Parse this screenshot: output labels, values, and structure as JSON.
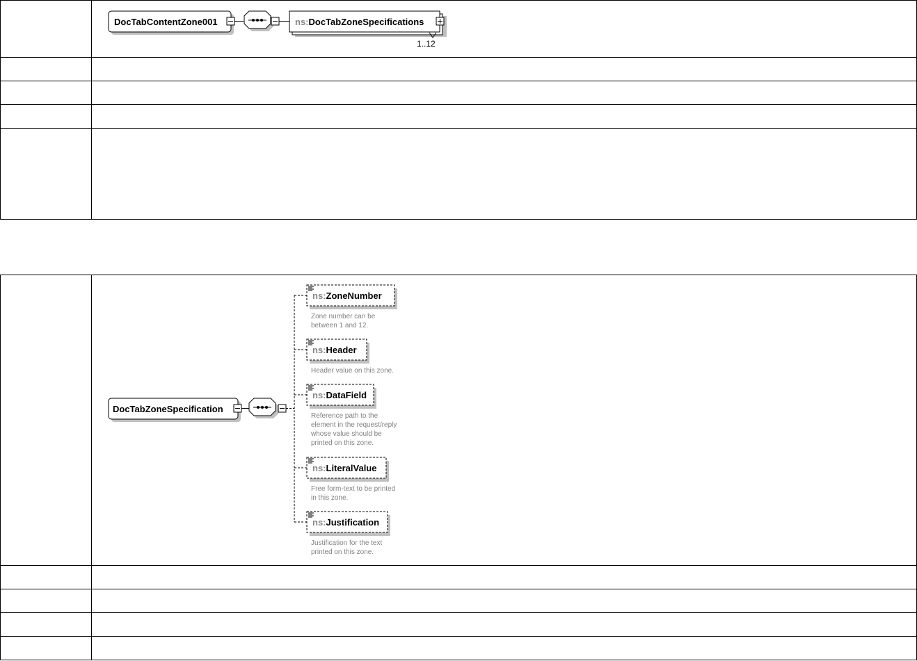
{
  "diagram1": {
    "root": "DocTabContentZone001",
    "child": {
      "prefix": "ns:",
      "name": "DocTabZoneSpecifications",
      "occurs": "1..12"
    }
  },
  "diagram2": {
    "root": "DocTabZoneSpecification",
    "children": [
      {
        "prefix": "ns:",
        "name": "ZoneNumber",
        "doc": [
          "Zone number can be",
          "between 1 and 12."
        ]
      },
      {
        "prefix": "ns:",
        "name": "Header",
        "doc": [
          "Header value on this zone."
        ]
      },
      {
        "prefix": "ns:",
        "name": "DataField",
        "doc": [
          "Reference path to the",
          "element in the request/reply",
          "whose value should be",
          "printed on this zone."
        ]
      },
      {
        "prefix": "ns:",
        "name": "LiteralValue",
        "doc": [
          "Free form-text to be printed",
          "in this zone."
        ]
      },
      {
        "prefix": "ns:",
        "name": "Justification",
        "doc": [
          "Justification for the text",
          "printed on this zone."
        ]
      }
    ]
  }
}
